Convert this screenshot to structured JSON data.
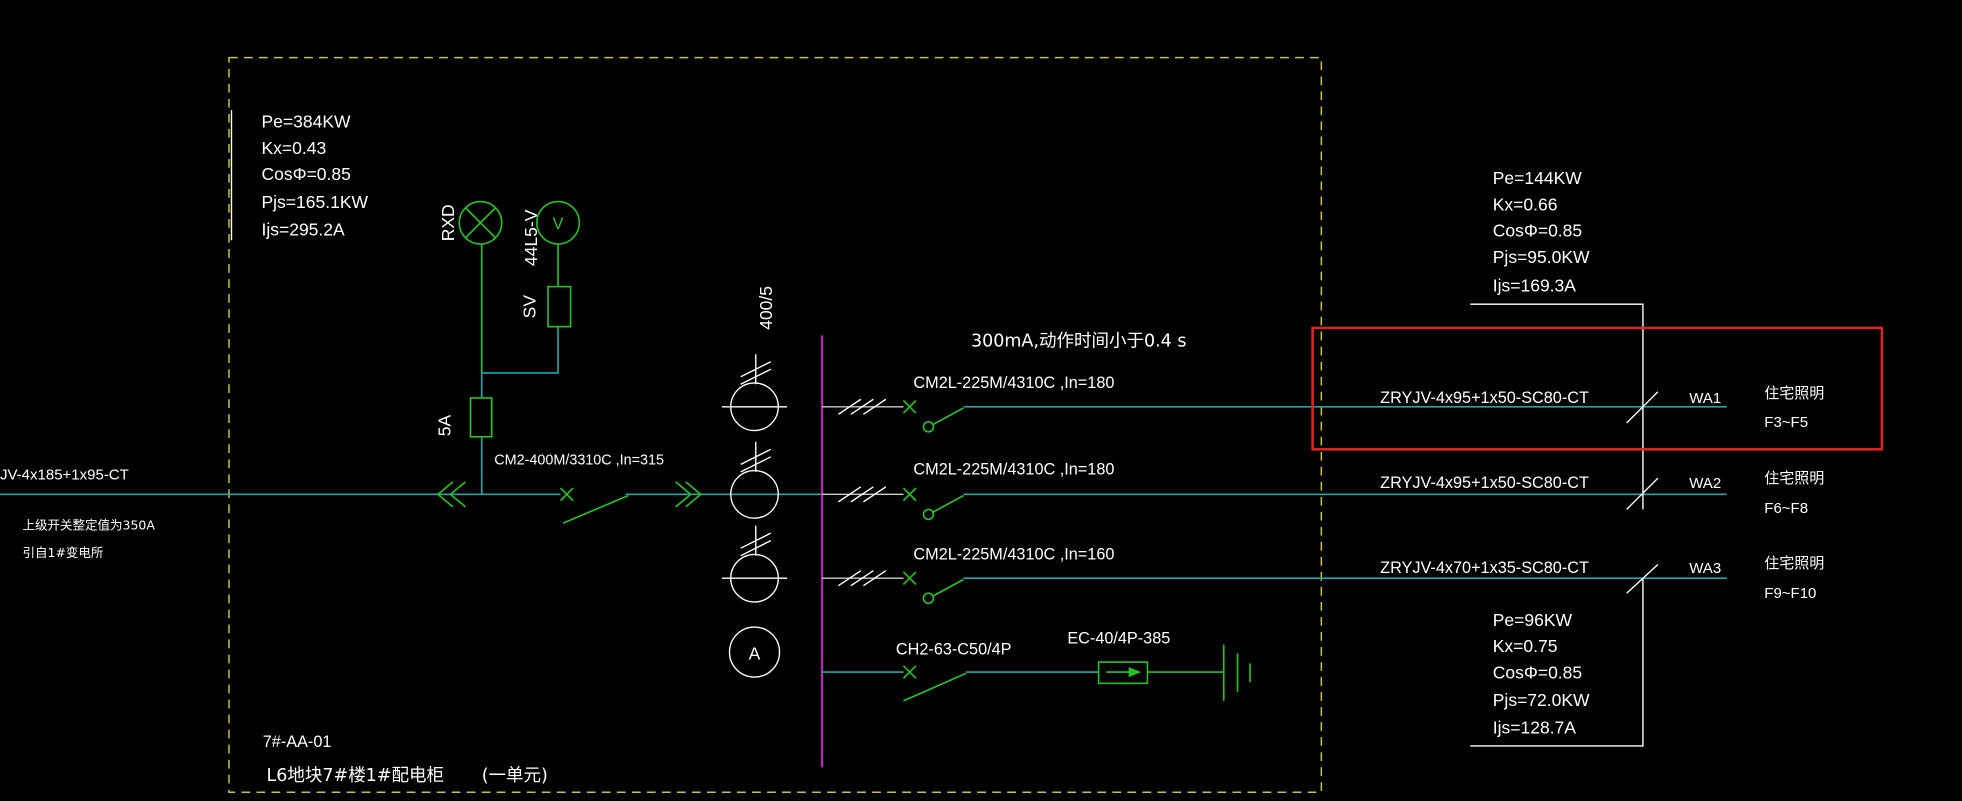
{
  "colors": {
    "background": "#000000",
    "frame": "#c9c23a",
    "wire": "#1aa8a8",
    "device": "#22c422",
    "text": "#ffffff",
    "bus": "#d21ed2",
    "highlight": "#e02424"
  },
  "incoming": {
    "cable": "JV-4x185+1x95-CT",
    "note_setting": "上级开关整定值为350A",
    "note_source": "引自1#变电所"
  },
  "main_load": {
    "pe": "Pe=384KW",
    "kx": "Kx=0.43",
    "cos": "CosΦ=0.85",
    "pjs": "Pjs=165.1KW",
    "ijs": "Ijs=295.2A"
  },
  "indicators": {
    "lamp_label": "RXD",
    "voltmeter_label": "44L5-V",
    "voltmeter_symbol": "V",
    "switch_label": "SV",
    "fuse_label": "5A"
  },
  "main_breaker": {
    "label": "CM2-400M/3310C ,In=315"
  },
  "ct": {
    "ratio": "400/5",
    "ammeter_symbol": "A"
  },
  "rcd_note": "300mA,动作时间小于0.4 s",
  "feeders": [
    {
      "breaker": "CM2L-225M/4310C ,In=180",
      "cable": "ZRYJV-4x95+1x50-SC80-CT",
      "circuit": "WA1",
      "load": "住宅照明",
      "floors": "F3~F5"
    },
    {
      "breaker": "CM2L-225M/4310C ,In=180",
      "cable": "ZRYJV-4x95+1x50-SC80-CT",
      "circuit": "WA2",
      "load": "住宅照明",
      "floors": "F6~F8"
    },
    {
      "breaker": "CM2L-225M/4310C ,In=160",
      "cable": "ZRYJV-4x70+1x35-SC80-CT",
      "circuit": "WA3",
      "load": "住宅照明",
      "floors": "F9~F10"
    }
  ],
  "spd": {
    "breaker": "CH2-63-C50/4P",
    "device": "EC-40/4P-385"
  },
  "group_loads": [
    {
      "pe": "Pe=144KW",
      "kx": "Kx=0.66",
      "cos": "CosΦ=0.85",
      "pjs": "Pjs=95.0KW",
      "ijs": "Ijs=169.3A"
    },
    {
      "pe": "Pe=96KW",
      "kx": "Kx=0.75",
      "cos": "CosΦ=0.85",
      "pjs": "Pjs=72.0KW",
      "ijs": "Ijs=128.7A"
    }
  ],
  "panel": {
    "id": "7#-AA-01",
    "name": "L6地块7#楼1#配电柜",
    "unit": "(一单元)"
  }
}
